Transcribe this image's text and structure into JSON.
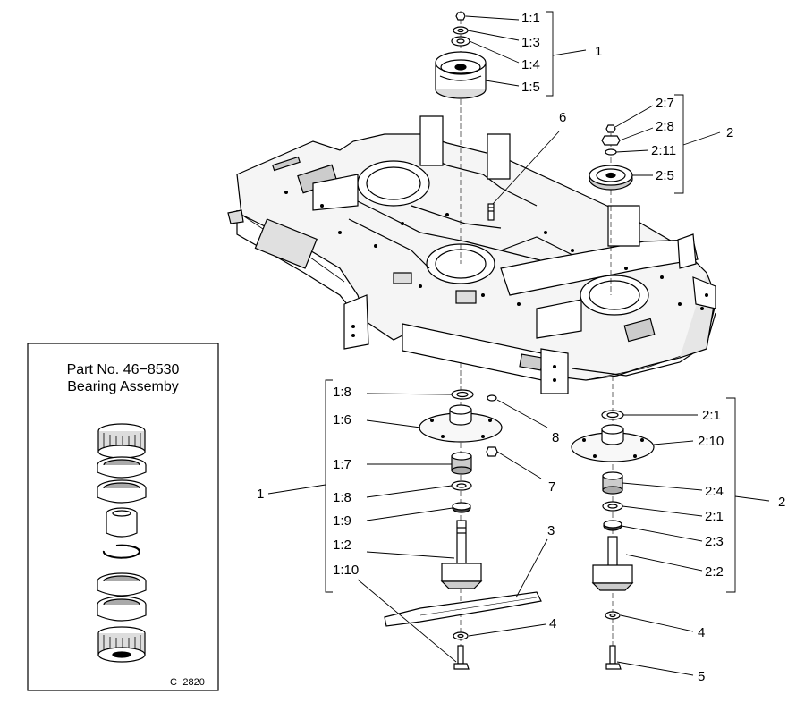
{
  "inset": {
    "title_line1": "Part No. 46−8530",
    "title_line2": "Bearing Assemby",
    "code": "C−2820"
  },
  "callouts": {
    "c1_1": "1:1",
    "c1_3": "1:3",
    "c1_4": "1:4",
    "c1_5": "1:5",
    "c1_8a": "1:8",
    "c1_6": "1:6",
    "c1_7": "1:7",
    "c1_8b": "1:8",
    "c1_9": "1:9",
    "c1_2": "1:2",
    "c1_10": "1:10",
    "c2_7": "2:7",
    "c2_8": "2:8",
    "c2_11": "2:11",
    "c2_5": "2:5",
    "c2_1a": "2:1",
    "c2_10": "2:10",
    "c2_4": "2:4",
    "c2_1b": "2:1",
    "c2_3": "2:3",
    "c2_2": "2:2",
    "n1_top": "1",
    "n2_top": "2",
    "n6": "6",
    "n8": "8",
    "n7": "7",
    "n1_left": "1",
    "n2_right": "2",
    "n3": "3",
    "n4_left": "4",
    "n4_right": "4",
    "n5": "5"
  },
  "colors": {
    "line": "#000000",
    "background": "#ffffff",
    "fill_light": "#f2f2f2",
    "fill_dark": "#b8b8b8"
  }
}
